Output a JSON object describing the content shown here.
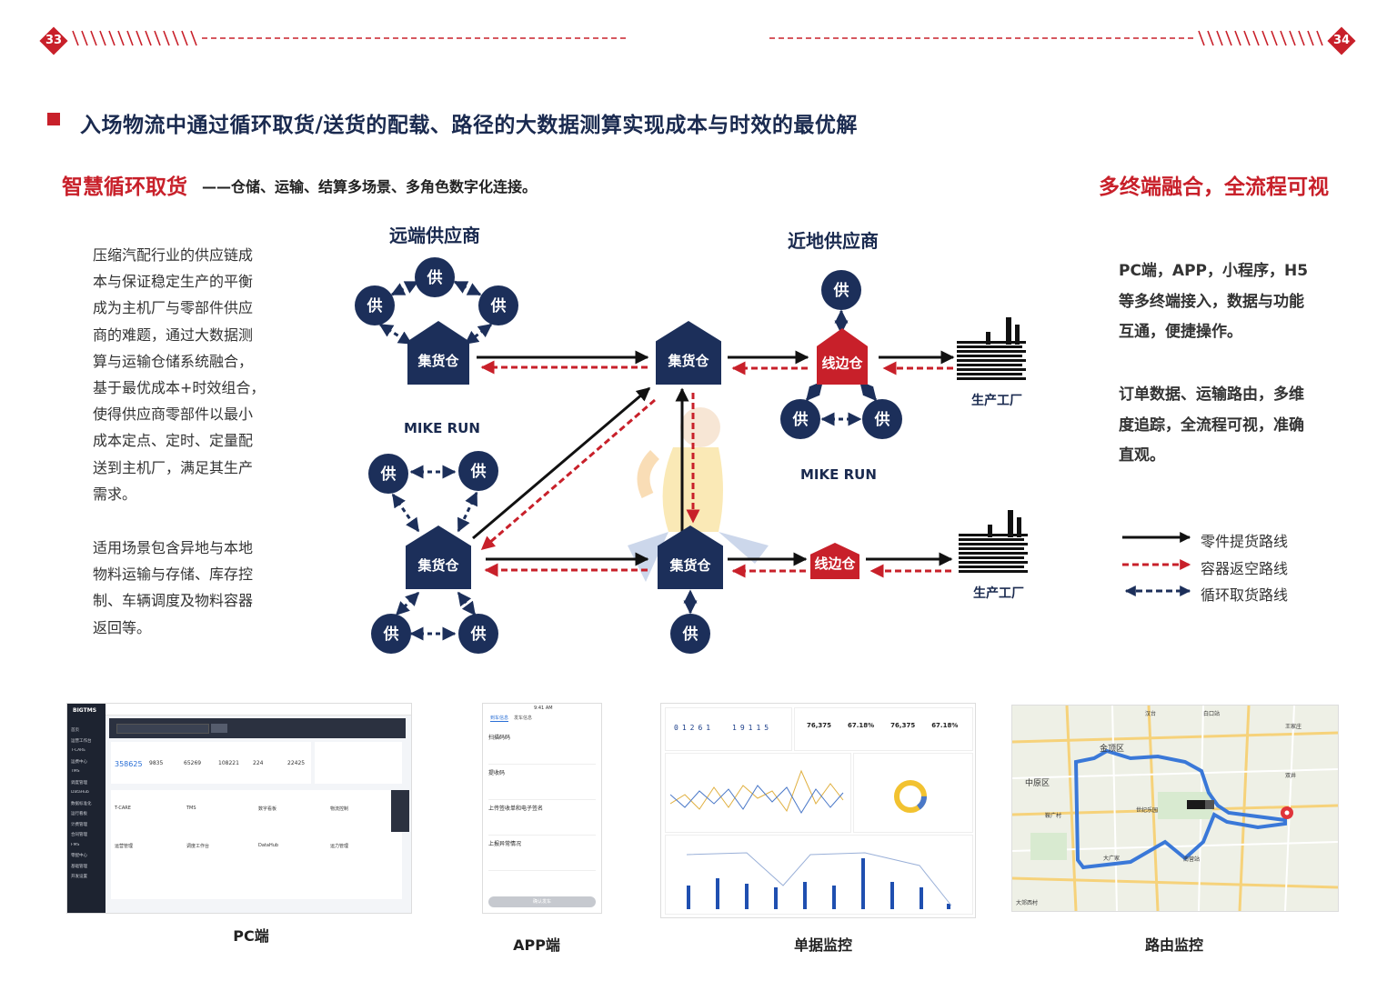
{
  "pages": {
    "left": "33",
    "right": "34"
  },
  "title": "入场物流中通过循环取货/送货的配载、路径的大数据测算实现成本与时效的最优解",
  "subtitle_left": {
    "highlight": "智慧循环取货",
    "rest": "——仓储、运输、结算多场景、多角色数字化连接。"
  },
  "subtitle_right": "多终端融合，全流程可视",
  "left_paragraph_1": [
    "压缩汽配行业的供应链成",
    "本与保证稳定生产的平衡",
    "成为主机厂与零部件供应",
    "商的难题，通过大数据测",
    "算与运输仓储系统融合，",
    "基于最优成本+时效组合，",
    "使得供应商零部件以最小",
    "成本定点、定时、定量配",
    "送到主机厂，满足其生产",
    "需求。"
  ],
  "left_paragraph_2": [
    "适用场景包含异地与本地",
    "物料运输与存储、库存控",
    "制、车辆调度及物料容器",
    "返回等。"
  ],
  "right_paragraph_1": [
    "PC端，APP，小程序，H5",
    "等多终端接入，数据与功能",
    "互通，便捷操作。"
  ],
  "right_paragraph_2": [
    "订单数据、运输路由，多维",
    "度追踪，全流程可视，准确",
    "直观。"
  ],
  "diagram": {
    "label_remote": "远端供应商",
    "label_near": "近地供应商",
    "supplier": "供",
    "hub": "集货仓",
    "line_warehouse": "线边仓",
    "factory": "生产工厂",
    "milk_run": "MIKE RUN"
  },
  "legend": [
    {
      "label": "零件提货路线",
      "style": "solid-black"
    },
    {
      "label": "容器返空路线",
      "style": "dashed-red"
    },
    {
      "label": "循环取货路线",
      "style": "dashed-navy"
    }
  ],
  "colors": {
    "navy": "#1c2f5a",
    "red": "#c8202a"
  },
  "screenshots": {
    "pc": {
      "caption": "PC端",
      "brand": "BIGTMS",
      "stats": [
        "358625",
        "9835",
        "65269",
        "108221",
        "224",
        "22425"
      ],
      "cards": [
        "T-CARE",
        "TMS",
        "数字看板",
        "物流控制",
        "运营管理",
        "调度工作台",
        "DataHub",
        "运力管理"
      ],
      "sidebar": [
        "首页",
        "运营工作台",
        "T-CARE",
        "运费中心",
        "TMS",
        "调度管理",
        "DataHub",
        "数据标准化",
        "运行看板",
        "计费管理",
        "合同管理",
        "FMS",
        "零配中心",
        "基础管理",
        "开发设置"
      ]
    },
    "app": {
      "caption": "APP端",
      "time": "9:41 AM",
      "tabs": [
        "到车信息",
        "发车信息"
      ],
      "rows": [
        "扫描码码",
        "提收码",
        "上传签收单和电子签名",
        "上报异常情况"
      ],
      "confirm": "确认发车"
    },
    "doc": {
      "caption": "单据监控",
      "counter1": "01261",
      "counter2": "19115",
      "kpis": [
        "76,375",
        "67.18%",
        "76,375",
        "67.18%"
      ]
    },
    "route": {
      "caption": "路由监控",
      "places": [
        "金顶区",
        "中原区",
        "世纪乐园",
        "南营站",
        "大郊西村",
        "汉台",
        "大广家",
        "白口站",
        "鞍广村",
        "王家庄",
        "双井"
      ]
    }
  }
}
